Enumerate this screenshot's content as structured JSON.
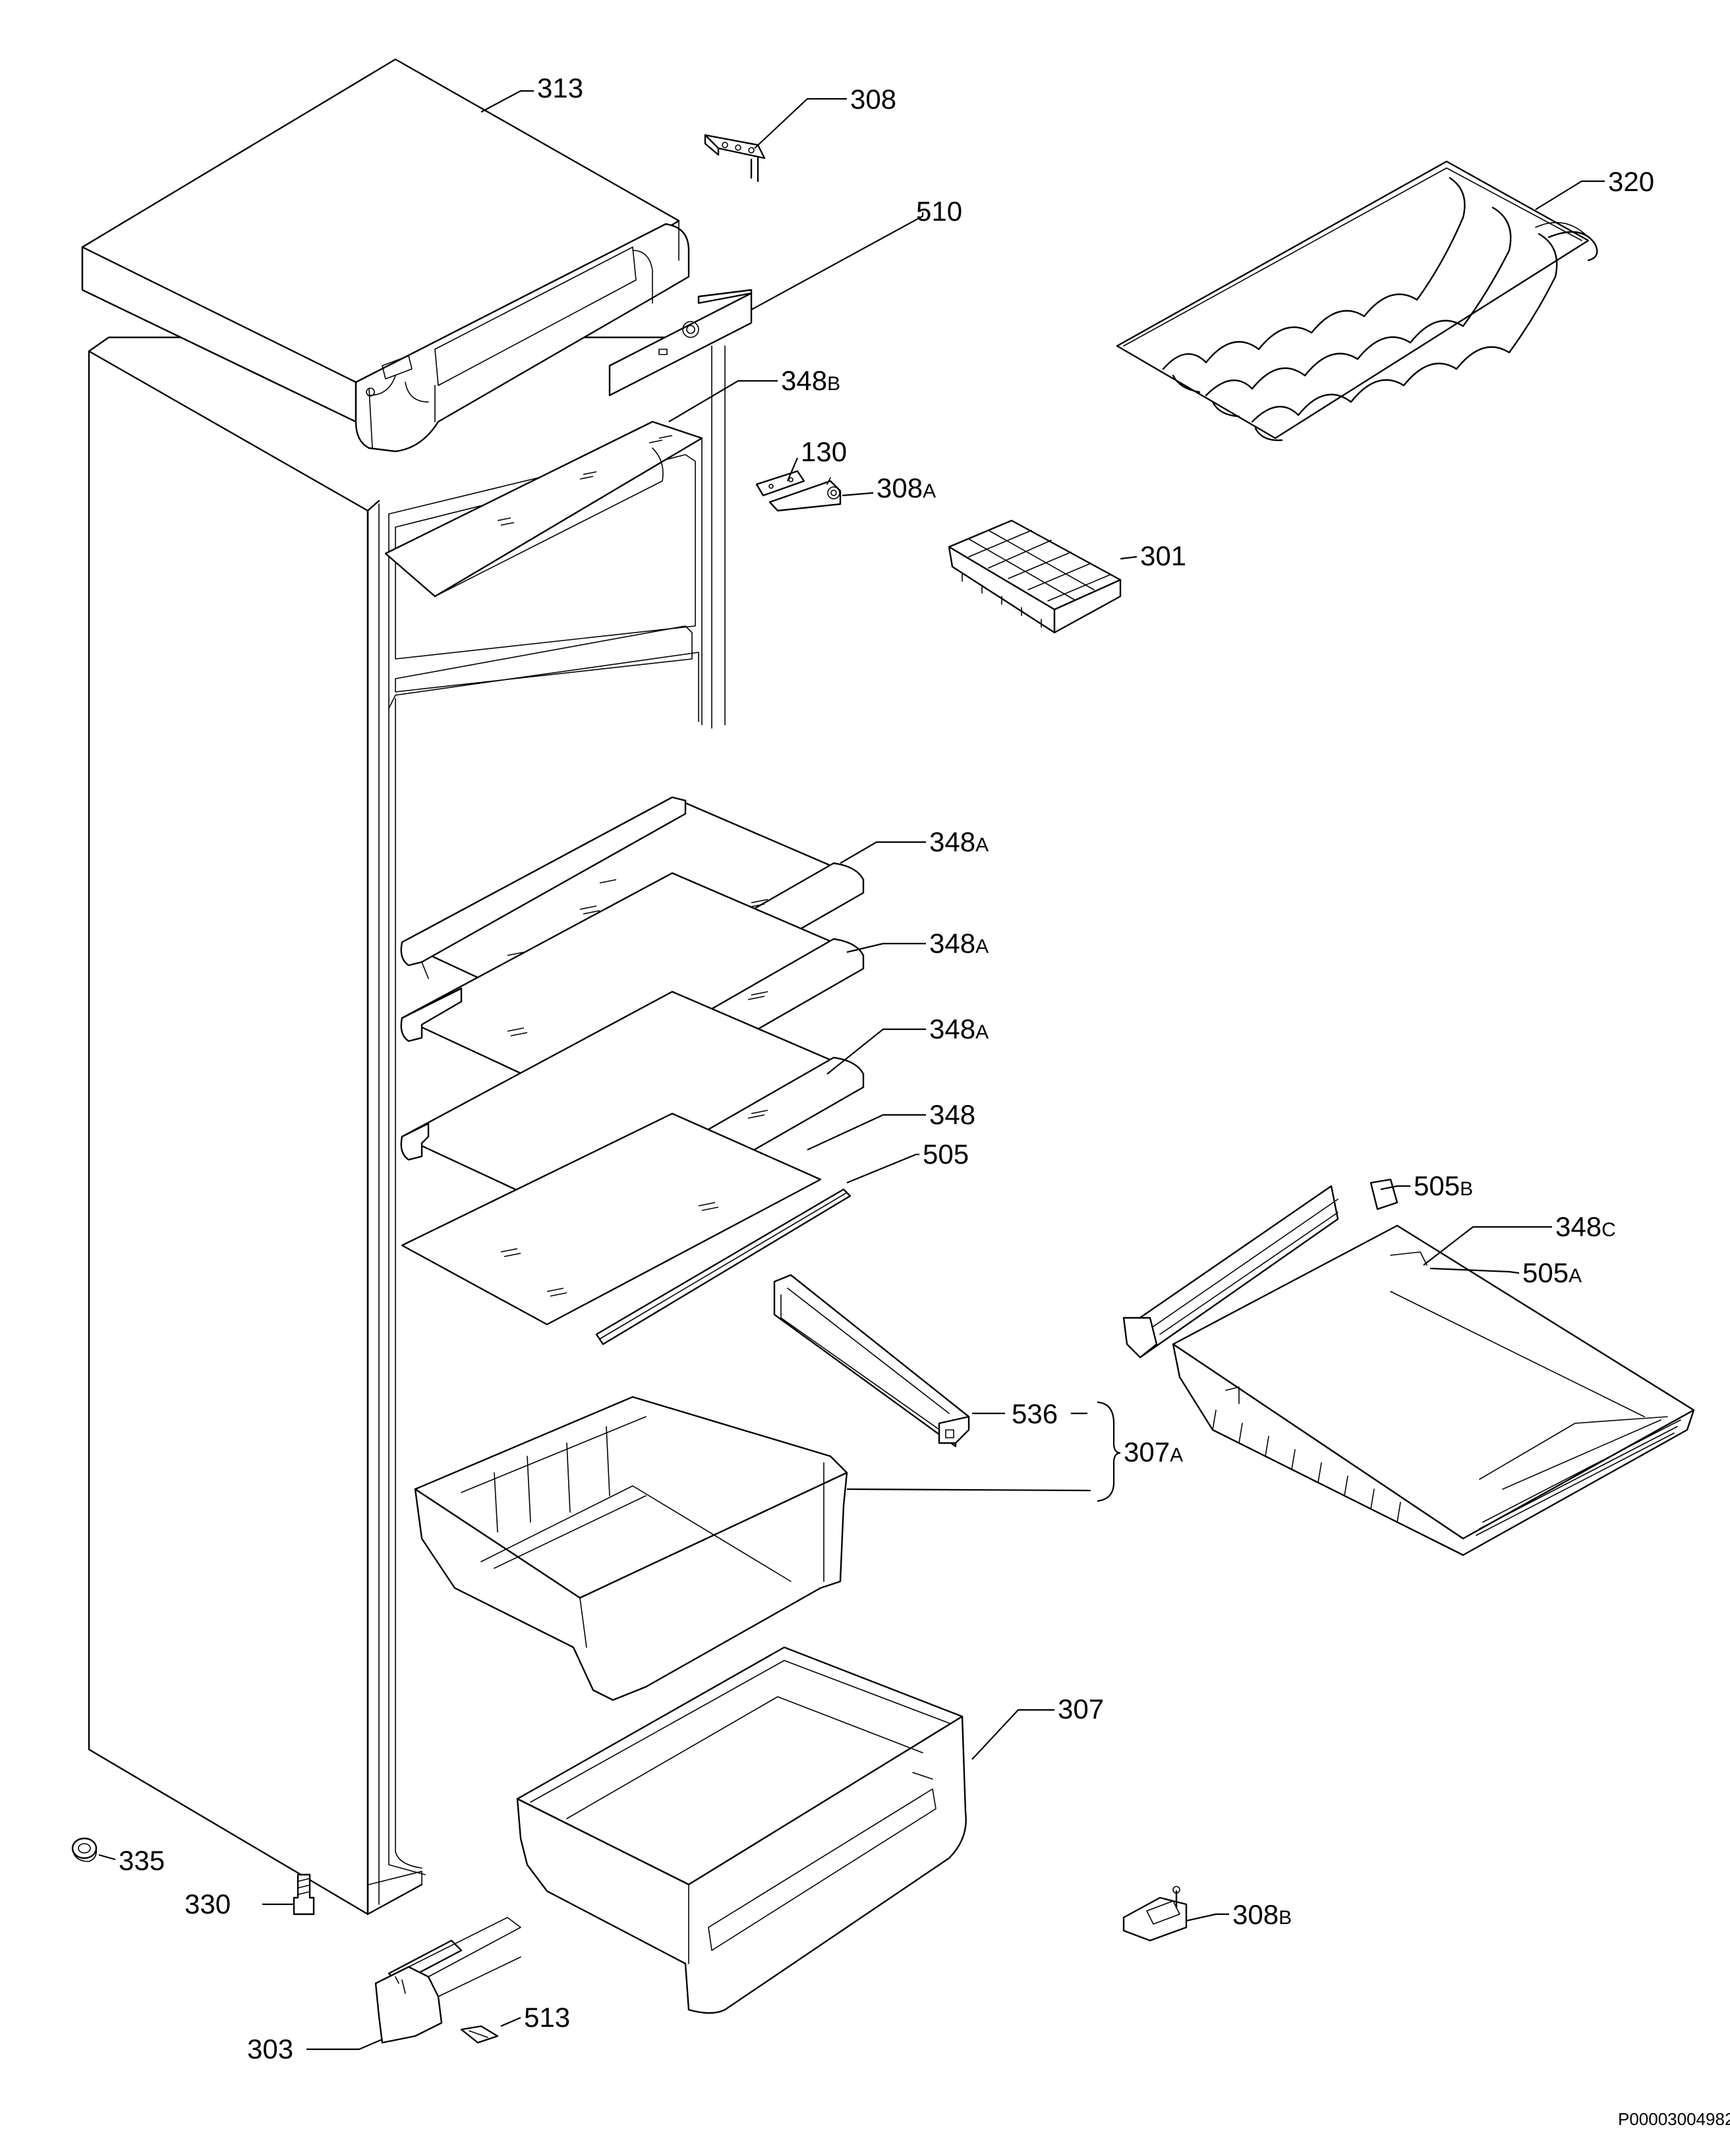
{
  "document_id": "P00003004982",
  "callouts": [
    {
      "id": "c313",
      "number": "313",
      "suffix": ""
    },
    {
      "id": "c308",
      "number": "308",
      "suffix": ""
    },
    {
      "id": "c510",
      "number": "510",
      "suffix": ""
    },
    {
      "id": "c320",
      "number": "320",
      "suffix": ""
    },
    {
      "id": "c348b",
      "number": "348",
      "suffix": "B"
    },
    {
      "id": "c130",
      "number": "130",
      "suffix": ""
    },
    {
      "id": "c308a",
      "number": "308",
      "suffix": "A"
    },
    {
      "id": "c301",
      "number": "301",
      "suffix": ""
    },
    {
      "id": "c348a1",
      "number": "348",
      "suffix": "A"
    },
    {
      "id": "c348a2",
      "number": "348",
      "suffix": "A"
    },
    {
      "id": "c348a3",
      "number": "348",
      "suffix": "A"
    },
    {
      "id": "c348",
      "number": "348",
      "suffix": ""
    },
    {
      "id": "c505",
      "number": "505",
      "suffix": ""
    },
    {
      "id": "c505b",
      "number": "505",
      "suffix": "B"
    },
    {
      "id": "c348c",
      "number": "348",
      "suffix": "C"
    },
    {
      "id": "c505a",
      "number": "505",
      "suffix": "A"
    },
    {
      "id": "c536",
      "number": "536",
      "suffix": ""
    },
    {
      "id": "c307a",
      "number": "307",
      "suffix": "A"
    },
    {
      "id": "c307",
      "number": "307",
      "suffix": ""
    },
    {
      "id": "c335",
      "number": "335",
      "suffix": ""
    },
    {
      "id": "c330",
      "number": "330",
      "suffix": ""
    },
    {
      "id": "c308b",
      "number": "308",
      "suffix": "B"
    },
    {
      "id": "c513",
      "number": "513",
      "suffix": ""
    },
    {
      "id": "c303",
      "number": "303",
      "suffix": ""
    }
  ]
}
